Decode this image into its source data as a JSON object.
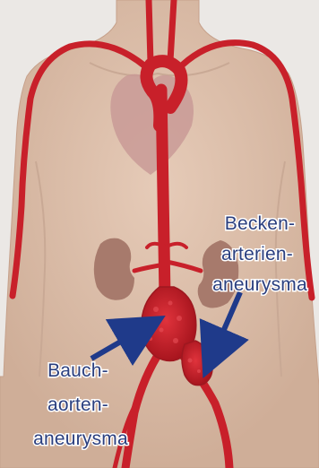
{
  "figure": {
    "labels": {
      "iliac": [
        "Becken-",
        "arterien-",
        "aneurysma"
      ],
      "abdominal": [
        "Bauch-",
        "aorten-",
        "aneurysma"
      ]
    },
    "colors": {
      "background": "#ebe8e5",
      "skin": "#dcc0ad",
      "skin_shadow": "#c9a995",
      "artery": "#c8202a",
      "artery_dark": "#9e1820",
      "heart": "#c99a96",
      "kidney": "#a77a6c",
      "arrow": "#1f3a8a",
      "label": "#2b3f7f"
    }
  }
}
